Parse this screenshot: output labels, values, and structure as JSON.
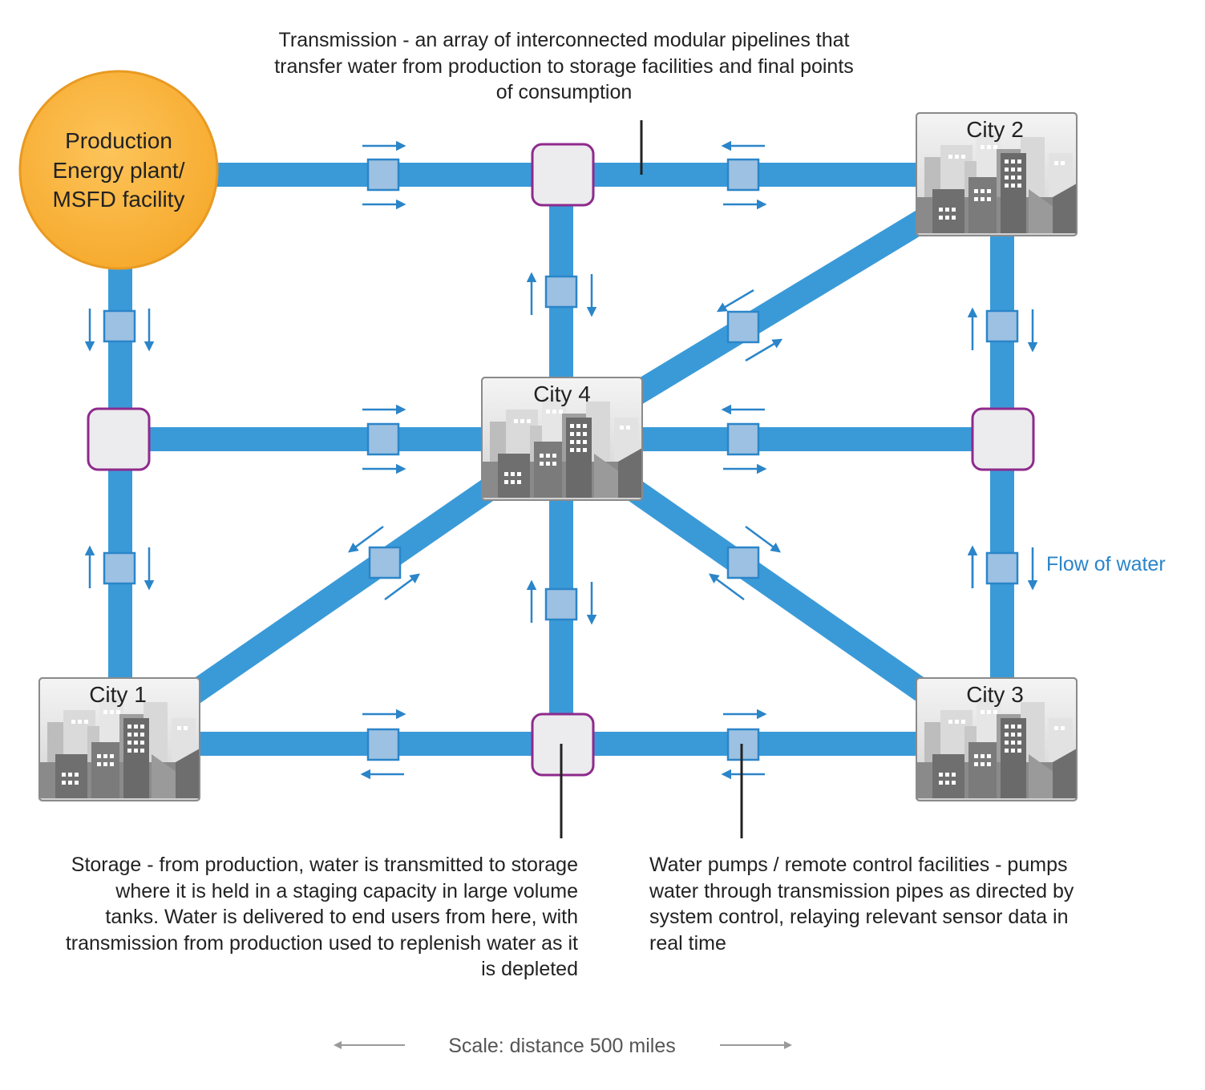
{
  "annotations": {
    "transmission": "Transmission - an array of interconnected modular pipelines that transfer water from production to storage facilities and final points of consumption",
    "storage": "Storage - from production, water is transmitted to storage where it is held in a staging capacity in large volume tanks. Water is delivered to end users from here, with transmission from production used to replenish water as it is depleted",
    "pumps": "Water pumps / remote control facilities - pumps water through transmission pipes as directed by system control, relaying relevant sensor data in real time"
  },
  "production": {
    "lines": [
      "Production",
      "Energy plant/",
      "MSFD facility"
    ]
  },
  "cities": {
    "city1": "City 1",
    "city2": "City 2",
    "city3": "City 3",
    "city4": "City 4"
  },
  "legend": {
    "flow": "Flow of water"
  },
  "scale": {
    "label": "Scale: distance 500 miles"
  },
  "colors": {
    "pipe": "#3a9ad8",
    "pump": "#9dc1e2",
    "storage_border": "#8e2a8c",
    "production_fill": "#fbb040",
    "flow_text": "#2b85c9"
  }
}
